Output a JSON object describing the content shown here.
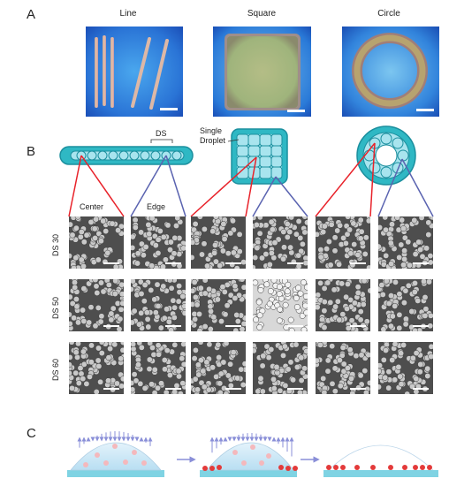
{
  "panels": {
    "a_label": "A",
    "b_label": "B",
    "c_label": "C"
  },
  "panel_a": {
    "titles": [
      "Line",
      "Square",
      "Circle"
    ]
  },
  "panel_b": {
    "ds_label": "DS",
    "single_droplet": "Single\nDroplet",
    "center_label": "Center",
    "edge_label": "Edge",
    "row_labels": [
      "DS 30",
      "DS 50",
      "DS 60"
    ]
  },
  "colors": {
    "teal": "#2fb8c4",
    "teal_dark": "#1b8f9e",
    "light_cyan": "#a8e4ee",
    "red_lines": "#e8222a",
    "blue_lines": "#5a63b0",
    "substrate": "#7fd3e3",
    "particle": "#e33a3a",
    "arrow": "#8a8fd8"
  }
}
